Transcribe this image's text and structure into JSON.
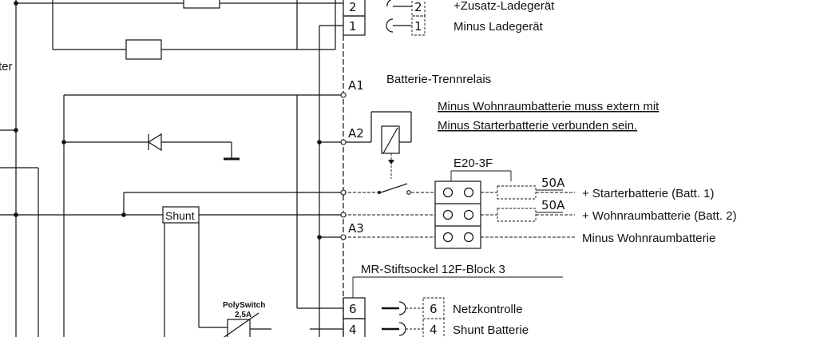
{
  "labels": {
    "zusatz_ladegeraet": "+Zusatz-Ladegerät",
    "minus_ladegeraet": "Minus Ladegerät",
    "left_cut": "ter",
    "batterie_trennrelais": "Batterie-Trennrelais",
    "note_line1": "Minus Wohnraumbatterie muss extern mit",
    "note_line2": "Minus Starterbatterie verbunden sein.",
    "relay_block": "E20-3F",
    "fuse1": "50A",
    "fuse2": "50A",
    "starterbatterie": "+ Starterbatterie (Batt. 1)",
    "wohnraumbatterie": "+ Wohnraumbatterie (Batt. 2)",
    "minus_wohnraumbatterie": "Minus Wohnraumbatterie",
    "shunt": "Shunt",
    "polyswitch": "PolySwitch",
    "polyswitch_rating": "2,5A",
    "mr_sockel": "MR-Stiftsockel 12F-Block 3",
    "netzkontrolle": "Netzkontrolle",
    "shunt_batterie": "Shunt Batterie"
  },
  "relay_terminals": {
    "a1": "A1",
    "a2": "A2",
    "a3": "A3"
  },
  "pins": {
    "top_left_2": "2",
    "top_right_2": "2",
    "top_left_1": "1",
    "top_right_1": "1",
    "bottom_left_6": "6",
    "bottom_right_6": "6",
    "bottom_left_4": "4",
    "bottom_right_4": "4"
  }
}
